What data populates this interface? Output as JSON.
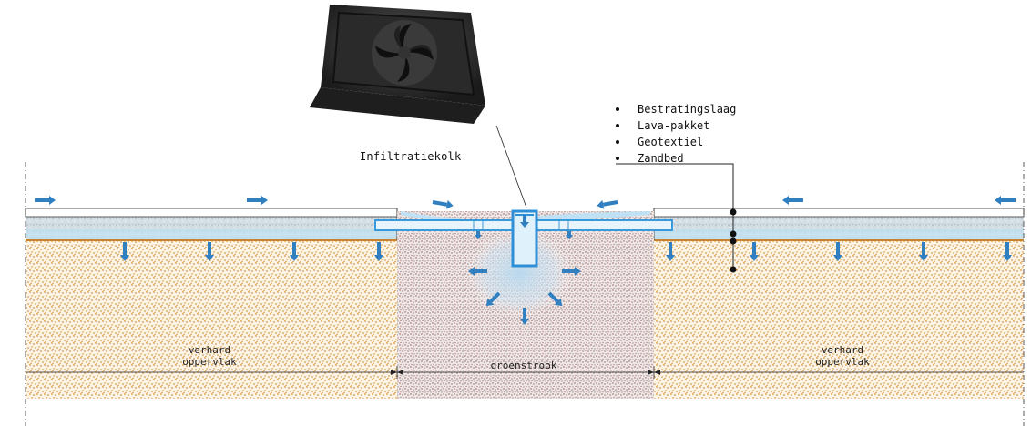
{
  "product": {
    "name": "Infiltratiekolk"
  },
  "legend": {
    "items": [
      {
        "label": "Bestratingslaag"
      },
      {
        "label": "Lava-pakket"
      },
      {
        "label": "Geotextiel"
      },
      {
        "label": "Zandbed"
      }
    ]
  },
  "zones": {
    "left": {
      "line1": "verhard",
      "line2": "oppervlak"
    },
    "middle": {
      "label": "groenstrook"
    },
    "right": {
      "line1": "verhard",
      "line2": "oppervlak"
    }
  },
  "colors": {
    "arrow": "#2f7fc1",
    "water": "#bfe1f3",
    "lava": "#d4d8db",
    "sand": "#e0a552",
    "soil": "#8e6a63",
    "pipe": "#5fb6e8"
  }
}
